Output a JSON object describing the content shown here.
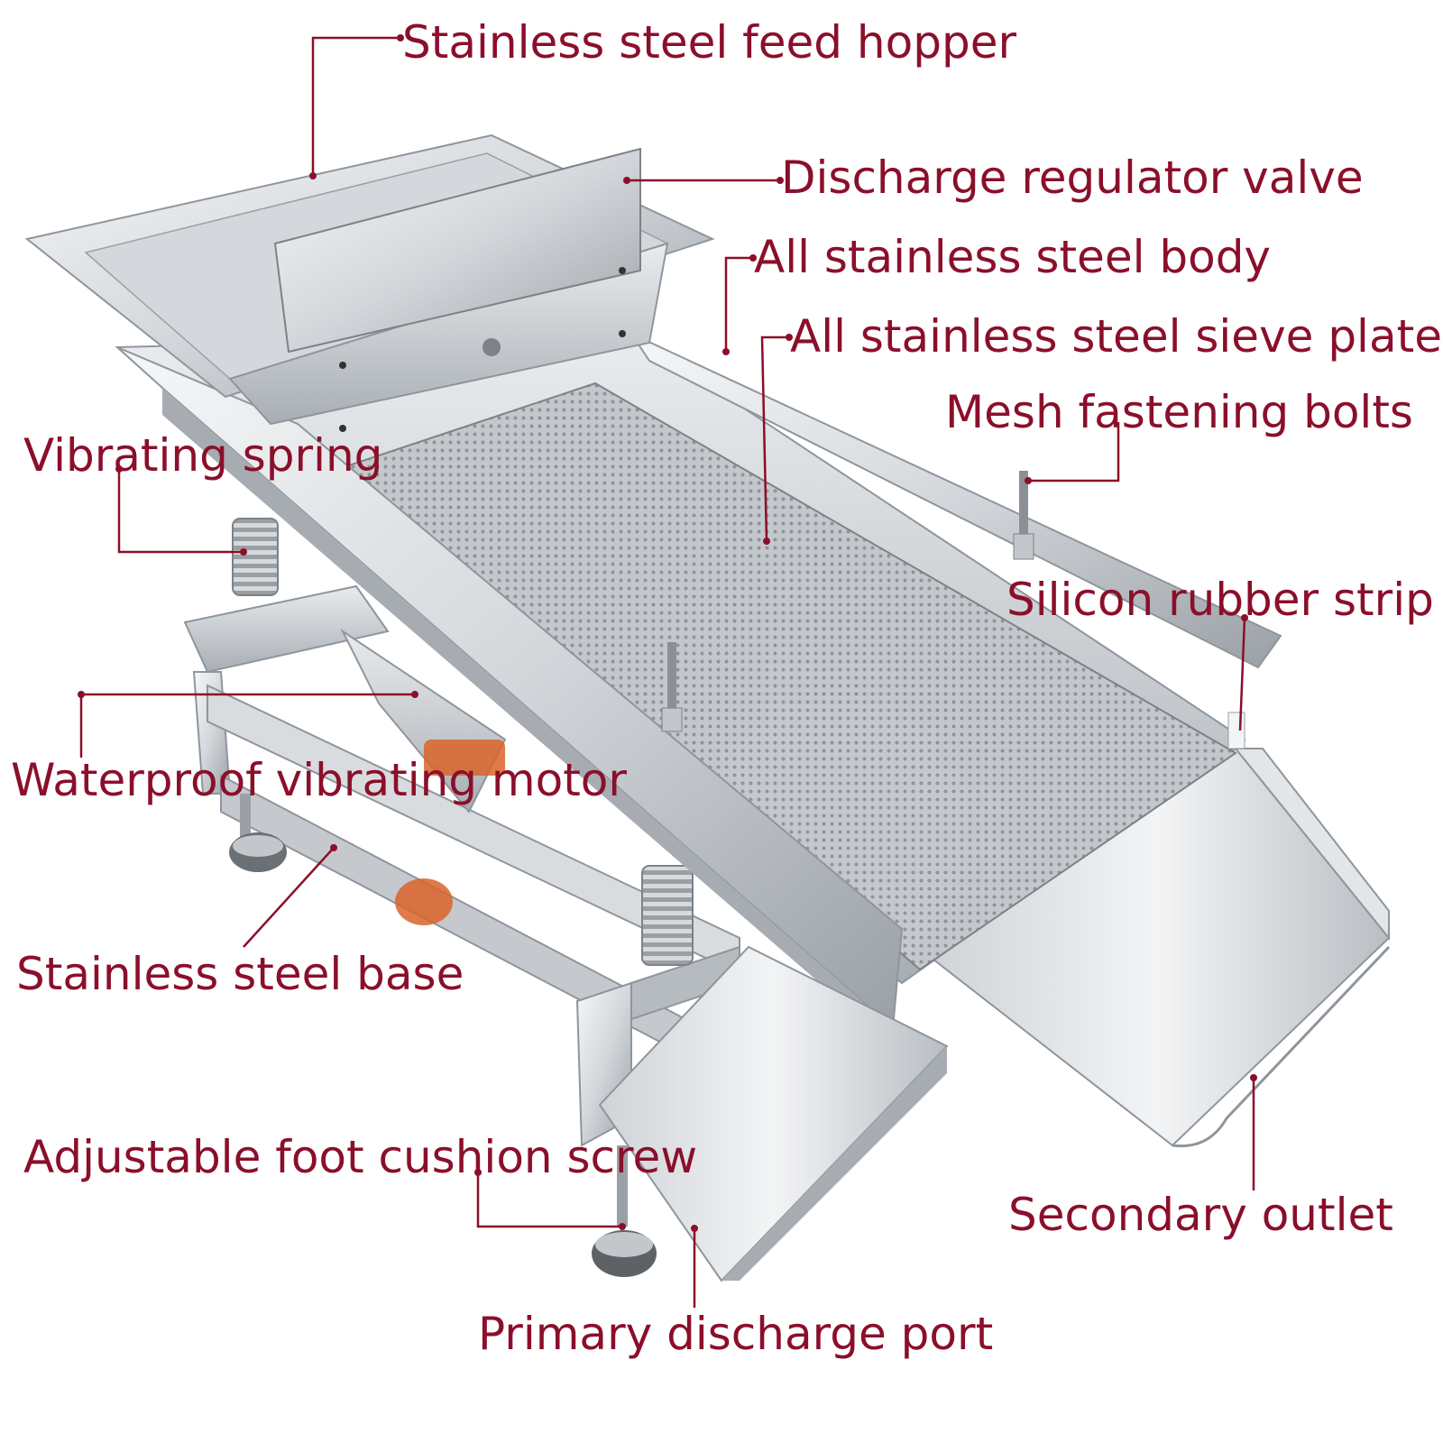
{
  "colors": {
    "label": "#8b0f2a",
    "leader": "#8b0f2a",
    "steel_light": "#eef0f2",
    "steel_mid": "#c9cdd2",
    "steel_dark": "#8f959c",
    "mesh": "#b8bcc1",
    "accent_orange": "#d9642a"
  },
  "labels": {
    "feed_hopper": "Stainless steel feed hopper",
    "regulator_valve": "Discharge regulator valve",
    "body": "All stainless steel body",
    "sieve_plate": "All stainless steel sieve plate",
    "fastening_bolts": "Mesh fastening bolts",
    "vibrating_spring": "Vibrating spring",
    "rubber_strip": "Silicon rubber strip",
    "vibrating_motor": "Waterproof vibrating motor",
    "base": "Stainless steel base",
    "foot_screw": "Adjustable foot cushion screw",
    "secondary_outlet": "Secondary outlet",
    "primary_port": "Primary discharge port"
  }
}
